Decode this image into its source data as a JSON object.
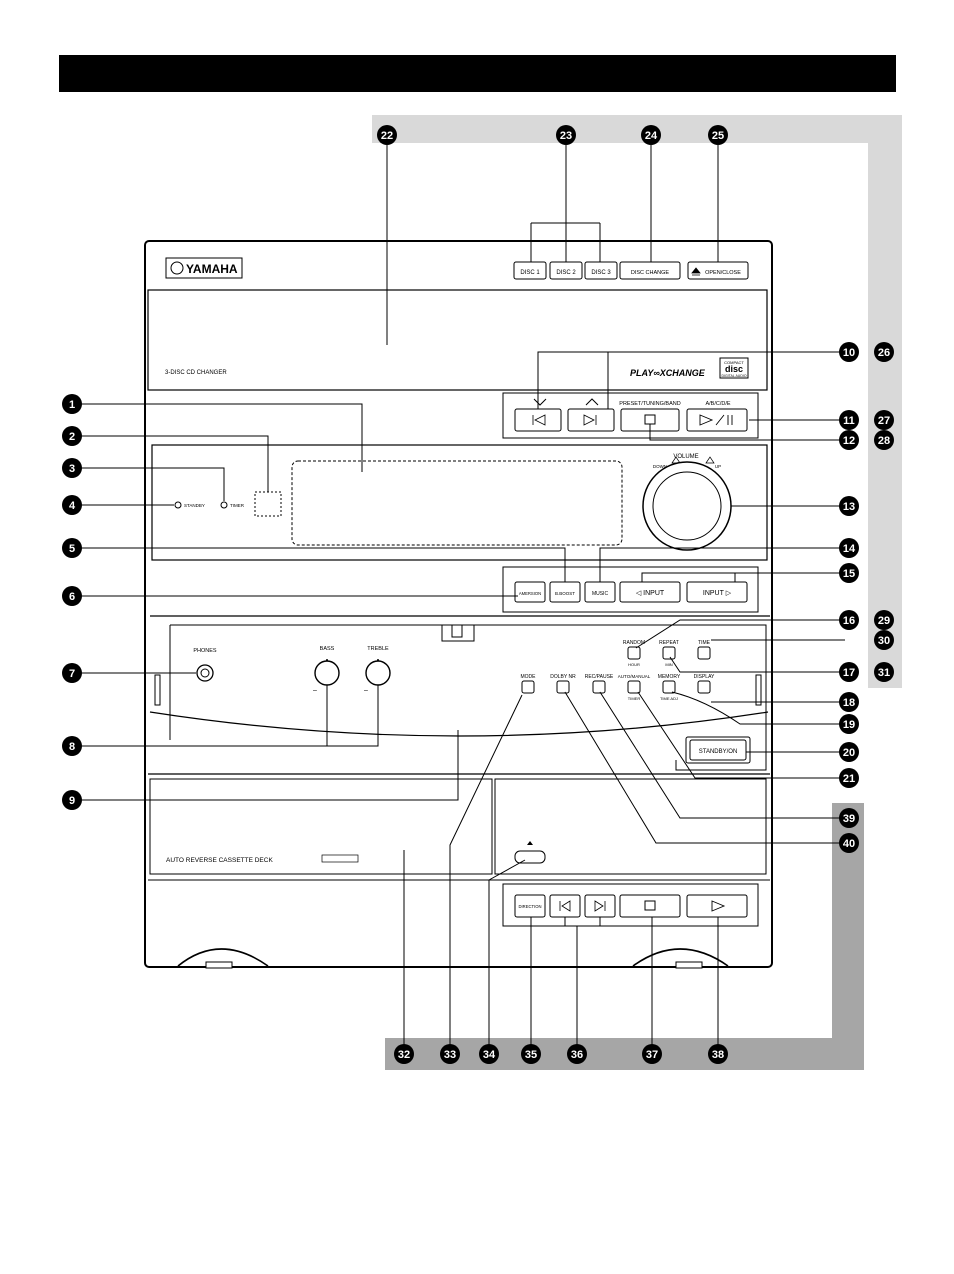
{
  "brand": "YAMAHA",
  "cd": {
    "model_label": "3-DISC CD CHANGER",
    "disc_buttons": [
      "DISC 1",
      "DISC 2",
      "DISC 3"
    ],
    "disc_change": "DISC CHANGE",
    "open_close": "OPEN/CLOSE",
    "play_exchange_logo": "PLAY∞XCHANGE",
    "compact_disc_logo": [
      "COMPACT",
      "disc",
      "DIGITAL AUDIO"
    ],
    "preset_label": "PRESET/TUNING/BAND",
    "abcde_label": "A/B/C/D/E"
  },
  "display": {
    "standby": "STANDBY",
    "timer": "TIMER",
    "volume": "VOLUME",
    "down": "DOWN",
    "up": "UP"
  },
  "amp": {
    "buttons": [
      "AMERSION",
      "B.BOOST",
      "MUSIC",
      "◁ INPUT",
      "INPUT ▷"
    ]
  },
  "panel": {
    "phones": "PHONES",
    "bass": "BASS",
    "treble": "TREBLE",
    "mode": "MODE",
    "dolby_nr": "DOLBY NR",
    "rec_pause": "REC/PAUSE",
    "auto_manual": "AUTO/MANUAL",
    "timer_sub": "TIMER",
    "random": "RANDOM",
    "hour": "HOUR",
    "repeat": "REPEAT",
    "min": "MIN",
    "memory": "MEMORY",
    "time_adj": "TIME ADJ",
    "time": "TIME",
    "display": "DISPLAY",
    "standby_on": "STANDBY/ON"
  },
  "cassette": {
    "label": "AUTO REVERSE CASSETTE DECK",
    "direction": "DIRECTION"
  },
  "callouts": [
    "1",
    "2",
    "3",
    "4",
    "5",
    "6",
    "7",
    "8",
    "9",
    "10",
    "11",
    "12",
    "13",
    "14",
    "15",
    "16",
    "17",
    "18",
    "19",
    "20",
    "21",
    "22",
    "23",
    "24",
    "25",
    "26",
    "27",
    "28",
    "29",
    "30",
    "31",
    "32",
    "33",
    "34",
    "35",
    "36",
    "37",
    "38",
    "39",
    "40"
  ],
  "colors": {
    "title_bar": "#000000",
    "light_panel": "#d9d9d9",
    "dark_panel": "#a6a6a6",
    "callout": "#000000"
  }
}
